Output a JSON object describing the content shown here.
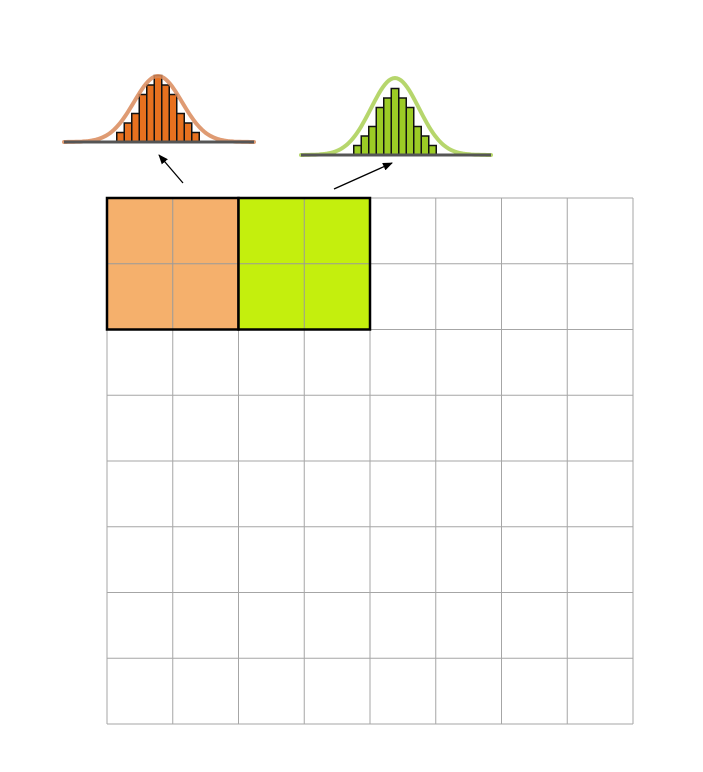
{
  "grid": {
    "rows": 8,
    "cols": 8,
    "line_color": "#a6a6a6",
    "background": "#ffffff"
  },
  "blocks": [
    {
      "name": "orange-block",
      "cells": {
        "row_start": 0,
        "col_start": 0,
        "rows": 2,
        "cols": 2
      },
      "fill": "#f5b06c",
      "border": "#000000"
    },
    {
      "name": "green-block",
      "cells": {
        "row_start": 0,
        "col_start": 2,
        "rows": 2,
        "cols": 2
      },
      "fill": "#c4ef0d",
      "border": "#000000"
    }
  ],
  "histograms": [
    {
      "name": "orange-histogram",
      "block": "orange-block",
      "bar_heights": [
        1,
        2,
        3,
        5,
        6,
        7,
        6,
        5,
        3,
        2,
        1
      ],
      "bar_fill": "#e8711f",
      "curve_color": "#d9895b",
      "baseline_color": "#555555"
    },
    {
      "name": "green-histogram",
      "block": "green-block",
      "bar_heights": [
        1,
        2,
        3,
        5,
        6,
        7,
        6,
        5,
        3,
        2,
        1
      ],
      "bar_fill": "#9ccc25",
      "curve_color": "#a9cf52",
      "baseline_color": "#555555"
    }
  ],
  "arrow_color": "#000000"
}
